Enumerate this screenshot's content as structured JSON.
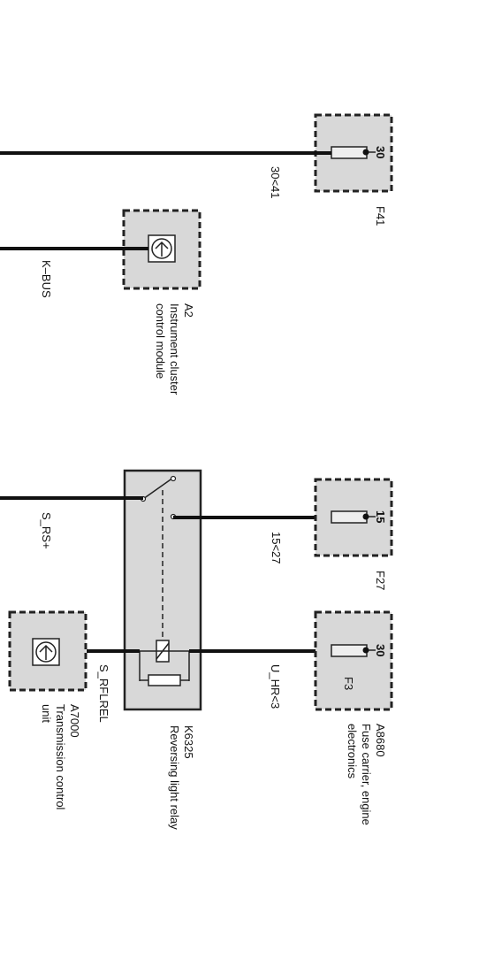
{
  "components": {
    "f41": {
      "pin": "30",
      "wire": "30<41",
      "id": "F41"
    },
    "a2": {
      "id": "A2",
      "desc_line1": "Instrument cluster",
      "desc_line2": "control module",
      "wire": "K–BUS"
    },
    "k6325": {
      "id": "K6325",
      "desc": "Reversing light relay",
      "wire_in": "S_RS+",
      "wire_out": "15<27",
      "wire_ctrl": "S_RFLREL",
      "wire_out2": "U_HR<3"
    },
    "f27": {
      "pin": "15",
      "id": "F27"
    },
    "f3": {
      "pin": "30",
      "id": "F3"
    },
    "a8680": {
      "id": "A8680",
      "desc_line1": "Fuse carrier, engine",
      "desc_line2": "electronics"
    },
    "a7000": {
      "id": "A7000",
      "desc_line1": "Transmission control",
      "desc_line2": "unit"
    }
  }
}
